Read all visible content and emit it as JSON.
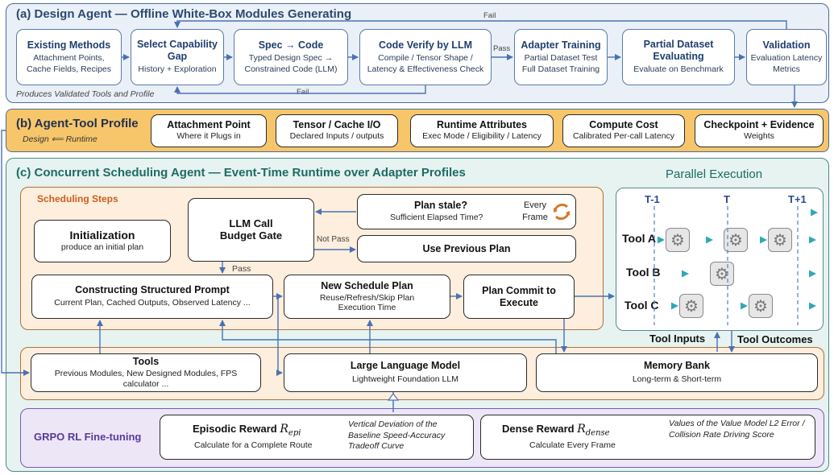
{
  "section_a": {
    "title": "(a)  Design Agent  —  Offline White-Box Modules Generating",
    "footer": "Produces Validated Tools and Profile",
    "fail_top": "Fail",
    "fail_bottom": "Fail",
    "pass": "Pass",
    "boxes": [
      {
        "title": "Existing Methods",
        "sub": "Attachment Points, Cache Fields, Recipes"
      },
      {
        "title": "Select Capability Gap",
        "sub": "History + Exploration"
      },
      {
        "title": "Spec → Code",
        "sub": "Typed Design Spec → Constrained Code (LLM)"
      },
      {
        "title": "Code Verify by LLM",
        "sub": "Compile / Tensor Shape / Latency & Effectiveness Check"
      },
      {
        "title": "Adapter Training",
        "sub": "Partial Dataset Test Full Dataset Training"
      },
      {
        "title": "Partial Dataset Evaluating",
        "sub": "Evaluate on Benchmark"
      },
      {
        "title": "Validation",
        "sub": "Evaluation Latency Metrics"
      }
    ]
  },
  "section_b": {
    "title": "(b)  Agent-Tool Profile",
    "subtitle": "Design ⟸ Runtime",
    "boxes": [
      {
        "title": "Attachment Point",
        "sub": "Where it Plugs in"
      },
      {
        "title": "Tensor / Cache I/O",
        "sub": "Declared Inputs / outputs"
      },
      {
        "title": "Runtime Attributes",
        "sub": "Exec Mode / Eligibility / Latency"
      },
      {
        "title": "Compute Cost",
        "sub": "Calibrated Per-call Latency"
      },
      {
        "title": "Checkpoint + Evidence",
        "sub": "Weights"
      }
    ]
  },
  "section_c": {
    "title": "(c)  Concurrent Scheduling Agent  —  Event-Time Runtime over Adapter Profiles",
    "steps_title": "Scheduling Steps",
    "init": {
      "title": "Initialization",
      "sub": "produce an initial plan"
    },
    "llm_call": {
      "title": "LLM Call Budget Gate"
    },
    "plan_stale": {
      "title": "Plan stale?",
      "sub": "Sufficient Elapsed Time?"
    },
    "every_frame": "Every Frame",
    "not_pass": "Not Pass",
    "pass": "Pass",
    "use_prev": {
      "title": "Use Previous Plan"
    },
    "prompt": {
      "title": "Constructing Structured Prompt",
      "sub": "Current Plan, Cached Outputs, Observed Latency ..."
    },
    "new_plan": {
      "title": "New Schedule Plan",
      "sub": "Reuse/Refresh/Skip Plan Execution Time"
    },
    "commit": {
      "title": "Plan Commit to Execute"
    },
    "tools": {
      "title": "Tools",
      "sub": "Previous Modules, New Designed Modules, FPS calculator ..."
    },
    "llm": {
      "title": "Large Language Model",
      "sub": "Lightweight Foundation LLM"
    },
    "memory": {
      "title": "Memory Bank",
      "sub": "Long-term & Short-term"
    },
    "tool_inputs": "Tool Inputs",
    "tool_outcomes": "Tool Outcomes"
  },
  "parallel": {
    "title": "Parallel Execution",
    "times": [
      "T-1",
      "T",
      "T+1"
    ],
    "tools": [
      "Tool A",
      "Tool B",
      "Tool C"
    ]
  },
  "grpo": {
    "title": "GRPO RL Fine-tuning",
    "episodic": {
      "title": "Episodic Reward",
      "symbol": "R",
      "subscript": "epi",
      "sub": "Calculate for a Complete Route",
      "note": "Vertical Deviation of the Baseline Speed-Accuracy Tradeoff Curve"
    },
    "dense": {
      "title": "Dense Reward",
      "symbol": "R",
      "subscript": "dense",
      "sub": "Calculate Every Frame",
      "note": "Values of the Value Model L2 Error / Collision Rate Driving Score"
    }
  },
  "colors": {
    "blue_panel": "#eaf0f8",
    "gold_panel": "#f7c66a",
    "teal_panel": "#e6f3f1",
    "orange_box": "#fdeedd",
    "purple_panel": "#ece6f7",
    "arrow": "#4a72b0"
  }
}
